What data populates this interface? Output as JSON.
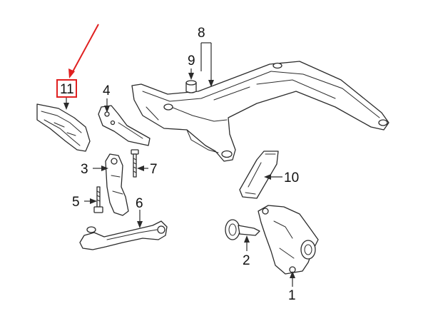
{
  "callouts": {
    "c1": "1",
    "c2": "2",
    "c3": "3",
    "c4": "4",
    "c5": "5",
    "c6": "6",
    "c7": "7",
    "c8": "8",
    "c9": "9",
    "c10": "10",
    "c11": "11"
  },
  "colors": {
    "highlight": "#e02020",
    "line": "#2b2b2b",
    "text": "#111111"
  },
  "highlighted_callout": "11"
}
